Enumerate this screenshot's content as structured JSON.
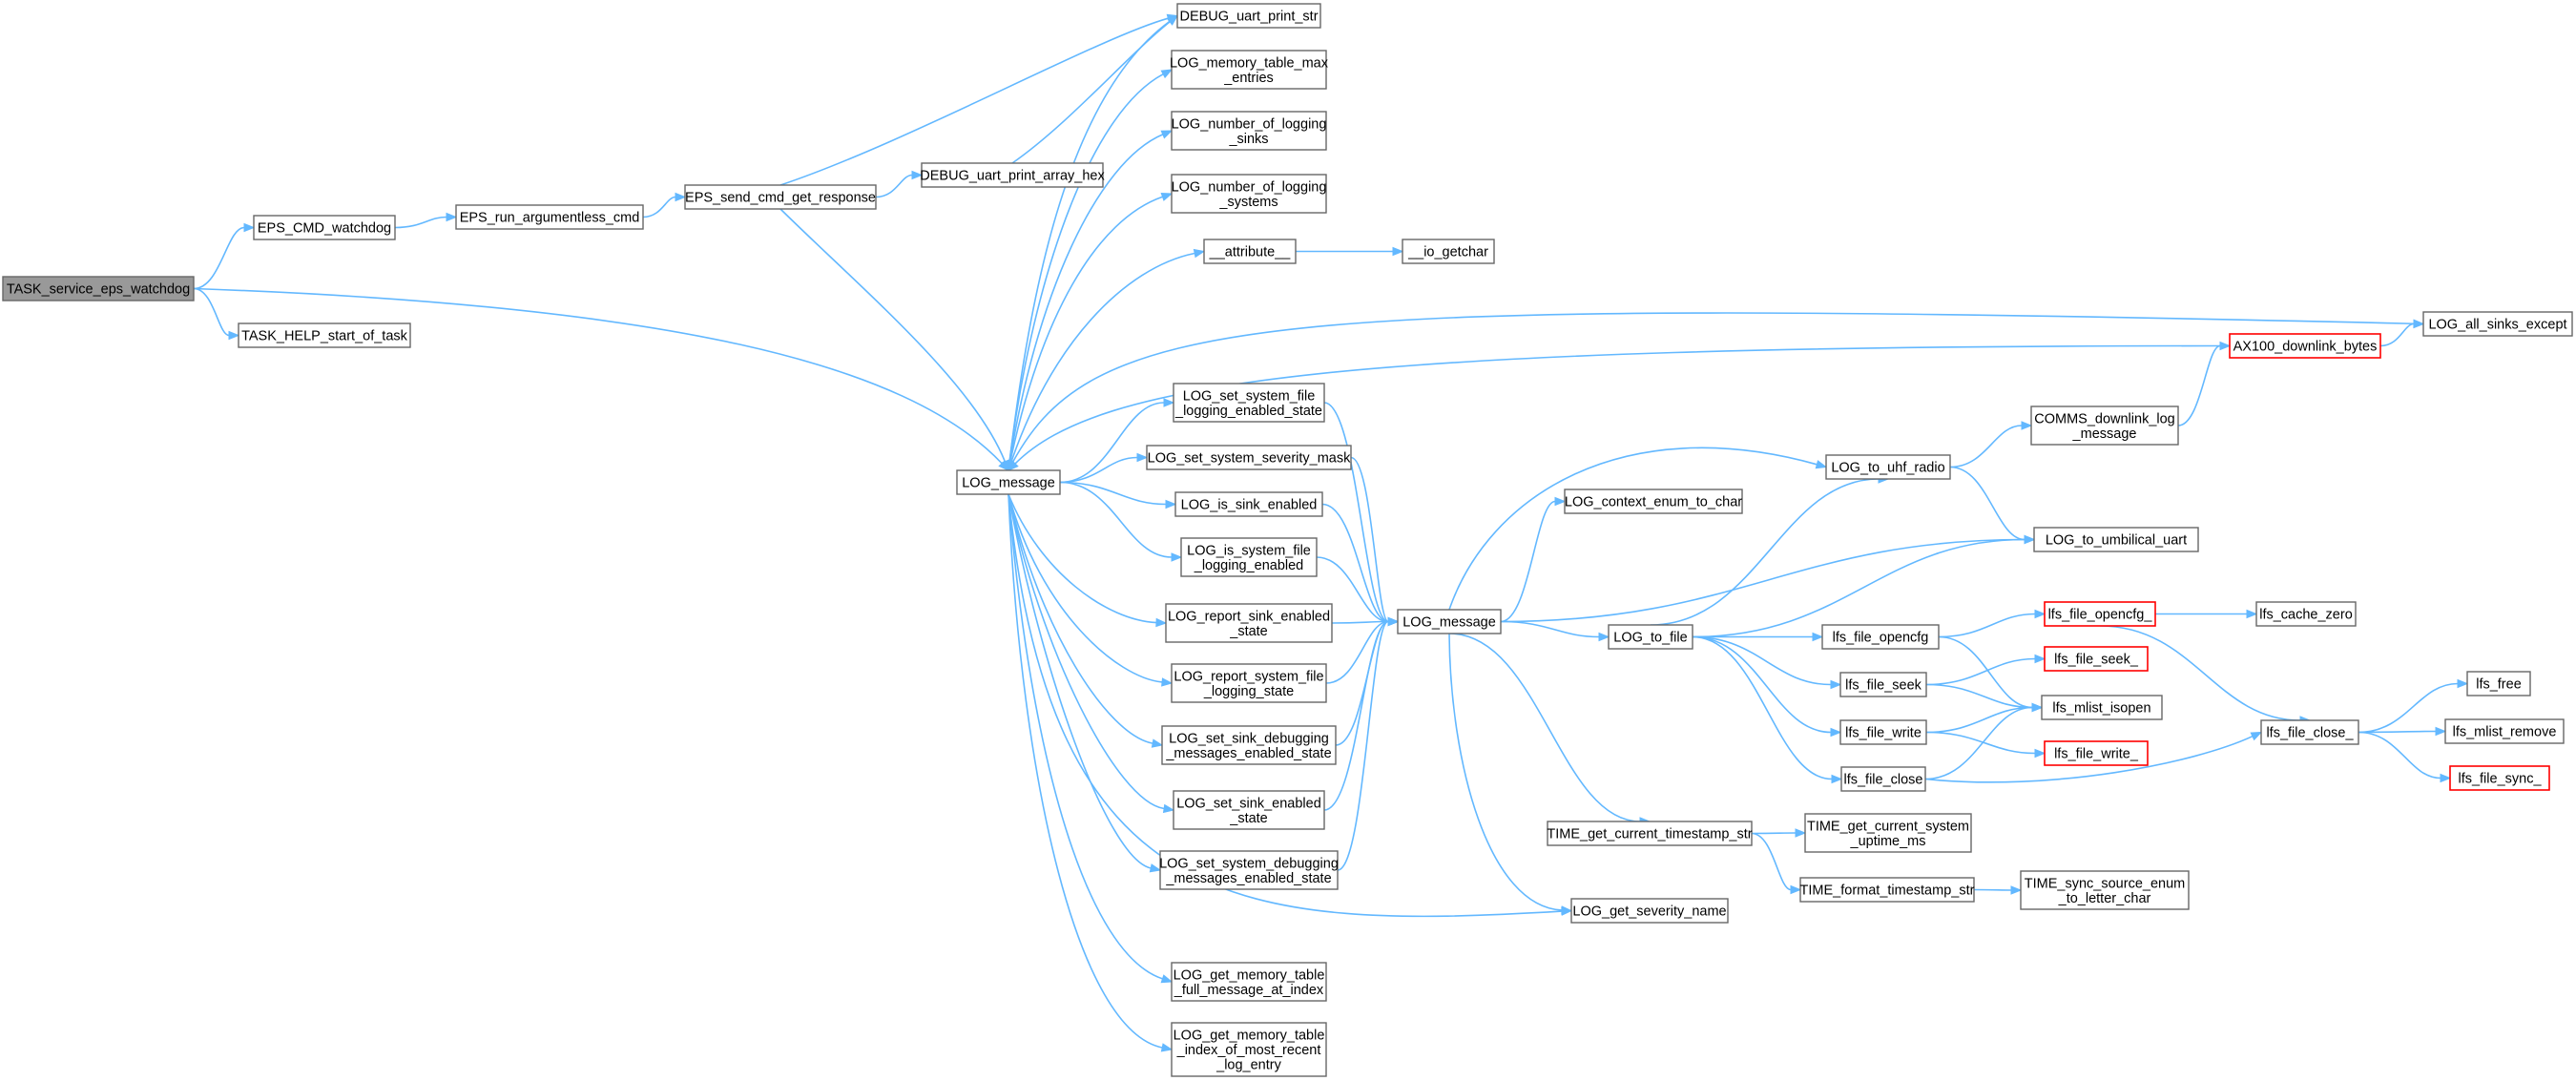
{
  "diagram": {
    "type": "call-graph",
    "colors": {
      "edge": "#63b8ff",
      "node_border": "#666666",
      "root_fill": "#999999",
      "truncated_border": "#ff0000",
      "background": "#ffffff"
    },
    "nodes": [
      {
        "id": "task_service",
        "lines": [
          "TASK_service_eps_watchdog"
        ],
        "style": "root"
      },
      {
        "id": "eps_cmd_watchdog",
        "lines": [
          "EPS_CMD_watchdog"
        ]
      },
      {
        "id": "task_help_start",
        "lines": [
          "TASK_HELP_start_of_task"
        ]
      },
      {
        "id": "eps_run_argless",
        "lines": [
          "EPS_run_argumentless_cmd"
        ]
      },
      {
        "id": "eps_send_cmd",
        "lines": [
          "EPS_send_cmd_get_response"
        ]
      },
      {
        "id": "debug_print_str",
        "lines": [
          "DEBUG_uart_print_str"
        ]
      },
      {
        "id": "debug_print_hex",
        "lines": [
          "DEBUG_uart_print_array_hex"
        ]
      },
      {
        "id": "log_message_1",
        "lines": [
          "LOG_message"
        ]
      },
      {
        "id": "log_mem_max",
        "lines": [
          "LOG_memory_table_max",
          "_entries"
        ]
      },
      {
        "id": "log_num_sinks",
        "lines": [
          "LOG_number_of_logging",
          "_sinks"
        ]
      },
      {
        "id": "log_num_systems",
        "lines": [
          "LOG_number_of_logging",
          "_systems"
        ]
      },
      {
        "id": "attribute",
        "lines": [
          "__attribute__"
        ]
      },
      {
        "id": "io_getchar",
        "lines": [
          "__io_getchar"
        ]
      },
      {
        "id": "log_all_sinks",
        "lines": [
          "LOG_all_sinks_except"
        ]
      },
      {
        "id": "ax100",
        "lines": [
          "AX100_downlink_bytes"
        ],
        "style": "truncated"
      },
      {
        "id": "set_sys_file_log",
        "lines": [
          "LOG_set_system_file",
          "_logging_enabled_state"
        ]
      },
      {
        "id": "set_sys_sev_mask",
        "lines": [
          "LOG_set_system_severity_mask"
        ]
      },
      {
        "id": "is_sink_enabled",
        "lines": [
          "LOG_is_sink_enabled"
        ]
      },
      {
        "id": "is_sys_file_log",
        "lines": [
          "LOG_is_system_file",
          "_logging_enabled"
        ]
      },
      {
        "id": "report_sink",
        "lines": [
          "LOG_report_sink_enabled",
          "_state"
        ]
      },
      {
        "id": "report_sys_file",
        "lines": [
          "LOG_report_system_file",
          "_logging_state"
        ]
      },
      {
        "id": "set_sink_debug",
        "lines": [
          "LOG_set_sink_debugging",
          "_messages_enabled_state"
        ]
      },
      {
        "id": "set_sink_enabled",
        "lines": [
          "LOG_set_sink_enabled",
          "_state"
        ]
      },
      {
        "id": "set_sys_debug",
        "lines": [
          "LOG_set_system_debugging",
          "_messages_enabled_state"
        ]
      },
      {
        "id": "get_mem_full",
        "lines": [
          "LOG_get_memory_table",
          "_full_message_at_index"
        ]
      },
      {
        "id": "get_mem_recent",
        "lines": [
          "LOG_get_memory_table",
          "_index_of_most_recent",
          "_log_entry"
        ]
      },
      {
        "id": "log_message_2",
        "lines": [
          "LOG_message"
        ]
      },
      {
        "id": "log_context",
        "lines": [
          "LOG_context_enum_to_char"
        ]
      },
      {
        "id": "log_to_uhf",
        "lines": [
          "LOG_to_uhf_radio"
        ]
      },
      {
        "id": "comms_downlink",
        "lines": [
          "COMMS_downlink_log",
          "_message"
        ]
      },
      {
        "id": "log_to_umb",
        "lines": [
          "LOG_to_umbilical_uart"
        ]
      },
      {
        "id": "log_to_file",
        "lines": [
          "LOG_to_file"
        ]
      },
      {
        "id": "lfs_opencfg",
        "lines": [
          "lfs_file_opencfg"
        ]
      },
      {
        "id": "lfs_opencfg_",
        "lines": [
          "lfs_file_opencfg_"
        ],
        "style": "truncated"
      },
      {
        "id": "lfs_cache_zero",
        "lines": [
          "lfs_cache_zero"
        ]
      },
      {
        "id": "lfs_seek",
        "lines": [
          "lfs_file_seek"
        ]
      },
      {
        "id": "lfs_seek_",
        "lines": [
          "lfs_file_seek_"
        ],
        "style": "truncated"
      },
      {
        "id": "lfs_mlist_isopen",
        "lines": [
          "lfs_mlist_isopen"
        ]
      },
      {
        "id": "lfs_write",
        "lines": [
          "lfs_file_write"
        ]
      },
      {
        "id": "lfs_write_",
        "lines": [
          "lfs_file_write_"
        ],
        "style": "truncated"
      },
      {
        "id": "lfs_close",
        "lines": [
          "lfs_file_close"
        ]
      },
      {
        "id": "lfs_close_",
        "lines": [
          "lfs_file_close_"
        ]
      },
      {
        "id": "lfs_free",
        "lines": [
          "lfs_free"
        ]
      },
      {
        "id": "lfs_mlist_remove",
        "lines": [
          "lfs_mlist_remove"
        ]
      },
      {
        "id": "lfs_sync_",
        "lines": [
          "lfs_file_sync_"
        ],
        "style": "truncated"
      },
      {
        "id": "time_get_ts",
        "lines": [
          "TIME_get_current_timestamp_str"
        ]
      },
      {
        "id": "time_uptime",
        "lines": [
          "TIME_get_current_system",
          "_uptime_ms"
        ]
      },
      {
        "id": "time_format",
        "lines": [
          "TIME_format_timestamp_str"
        ]
      },
      {
        "id": "time_sync_src",
        "lines": [
          "TIME_sync_source_enum",
          "_to_letter_char"
        ]
      },
      {
        "id": "log_sev_name",
        "lines": [
          "LOG_get_severity_name"
        ]
      }
    ],
    "edges": [
      [
        "task_service",
        "eps_cmd_watchdog"
      ],
      [
        "task_service",
        "task_help_start"
      ],
      [
        "task_service",
        "log_message_1"
      ],
      [
        "eps_cmd_watchdog",
        "eps_run_argless"
      ],
      [
        "eps_run_argless",
        "eps_send_cmd"
      ],
      [
        "eps_send_cmd",
        "debug_print_str"
      ],
      [
        "eps_send_cmd",
        "debug_print_hex"
      ],
      [
        "eps_send_cmd",
        "log_message_1"
      ],
      [
        "debug_print_hex",
        "debug_print_str"
      ],
      [
        "log_message_1",
        "debug_print_str"
      ],
      [
        "log_message_1",
        "log_mem_max"
      ],
      [
        "log_message_1",
        "log_num_sinks"
      ],
      [
        "log_message_1",
        "log_num_systems"
      ],
      [
        "log_message_1",
        "attribute"
      ],
      [
        "attribute",
        "io_getchar"
      ],
      [
        "log_message_1",
        "log_all_sinks"
      ],
      [
        "log_message_1",
        "set_sys_file_log"
      ],
      [
        "log_message_1",
        "set_sys_sev_mask"
      ],
      [
        "log_message_1",
        "is_sink_enabled"
      ],
      [
        "log_message_1",
        "is_sys_file_log"
      ],
      [
        "log_message_1",
        "report_sink"
      ],
      [
        "log_message_1",
        "report_sys_file"
      ],
      [
        "log_message_1",
        "set_sink_debug"
      ],
      [
        "log_message_1",
        "set_sink_enabled"
      ],
      [
        "log_message_1",
        "set_sys_debug"
      ],
      [
        "log_message_1",
        "get_mem_full"
      ],
      [
        "log_message_1",
        "get_mem_recent"
      ],
      [
        "log_message_1",
        "log_sev_name"
      ],
      [
        "ax100",
        "log_all_sinks"
      ],
      [
        "ax100",
        "log_message_1"
      ],
      [
        "set_sys_file_log",
        "log_message_2"
      ],
      [
        "set_sys_sev_mask",
        "log_message_2"
      ],
      [
        "is_sink_enabled",
        "log_message_2"
      ],
      [
        "is_sys_file_log",
        "log_message_2"
      ],
      [
        "report_sink",
        "log_message_2"
      ],
      [
        "report_sys_file",
        "log_message_2"
      ],
      [
        "set_sink_debug",
        "log_message_2"
      ],
      [
        "set_sink_enabled",
        "log_message_2"
      ],
      [
        "set_sys_debug",
        "log_message_2"
      ],
      [
        "log_message_2",
        "log_context"
      ],
      [
        "log_message_2",
        "log_to_uhf"
      ],
      [
        "log_message_2",
        "log_to_umb"
      ],
      [
        "log_message_2",
        "log_to_file"
      ],
      [
        "log_message_2",
        "time_get_ts"
      ],
      [
        "log_message_2",
        "log_sev_name"
      ],
      [
        "log_to_uhf",
        "comms_downlink"
      ],
      [
        "log_to_uhf",
        "log_to_umb"
      ],
      [
        "comms_downlink",
        "ax100"
      ],
      [
        "log_to_file",
        "log_to_uhf"
      ],
      [
        "log_to_file",
        "log_to_umb"
      ],
      [
        "log_to_file",
        "lfs_opencfg"
      ],
      [
        "log_to_file",
        "lfs_seek"
      ],
      [
        "log_to_file",
        "lfs_write"
      ],
      [
        "log_to_file",
        "lfs_close"
      ],
      [
        "lfs_opencfg",
        "lfs_opencfg_"
      ],
      [
        "lfs_opencfg",
        "lfs_mlist_isopen"
      ],
      [
        "lfs_opencfg_",
        "lfs_cache_zero"
      ],
      [
        "lfs_opencfg_",
        "lfs_close_"
      ],
      [
        "lfs_seek",
        "lfs_seek_"
      ],
      [
        "lfs_seek",
        "lfs_mlist_isopen"
      ],
      [
        "lfs_write",
        "lfs_mlist_isopen"
      ],
      [
        "lfs_write",
        "lfs_write_"
      ],
      [
        "lfs_close",
        "lfs_mlist_isopen"
      ],
      [
        "lfs_close",
        "lfs_close_"
      ],
      [
        "lfs_close_",
        "lfs_free"
      ],
      [
        "lfs_close_",
        "lfs_mlist_remove"
      ],
      [
        "lfs_close_",
        "lfs_sync_"
      ],
      [
        "time_get_ts",
        "time_uptime"
      ],
      [
        "time_get_ts",
        "time_format"
      ],
      [
        "time_format",
        "time_sync_src"
      ]
    ]
  }
}
